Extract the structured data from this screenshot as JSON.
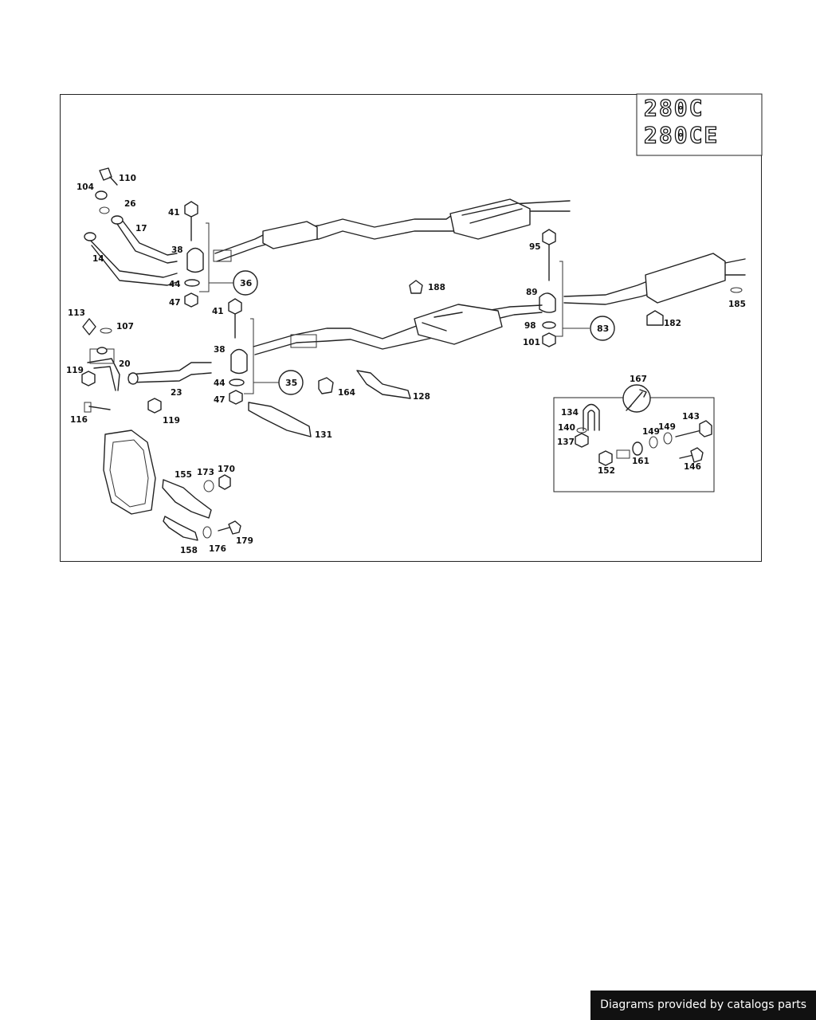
{
  "models": [
    "280C",
    "280CE"
  ],
  "parts": [
    "110",
    "104",
    "26",
    "17",
    "14",
    "41",
    "38",
    "44",
    "47",
    "36",
    "95",
    "188",
    "89",
    "98",
    "101",
    "83",
    "185",
    "182",
    "113",
    "107",
    "119",
    "20",
    "23",
    "116",
    "35",
    "164",
    "128",
    "131",
    "167",
    "134",
    "140",
    "137",
    "152",
    "161",
    "149",
    "143",
    "146",
    "155",
    "173",
    "170",
    "158",
    "176",
    "179"
  ],
  "footer": "Diagrams provided by catalogs parts"
}
